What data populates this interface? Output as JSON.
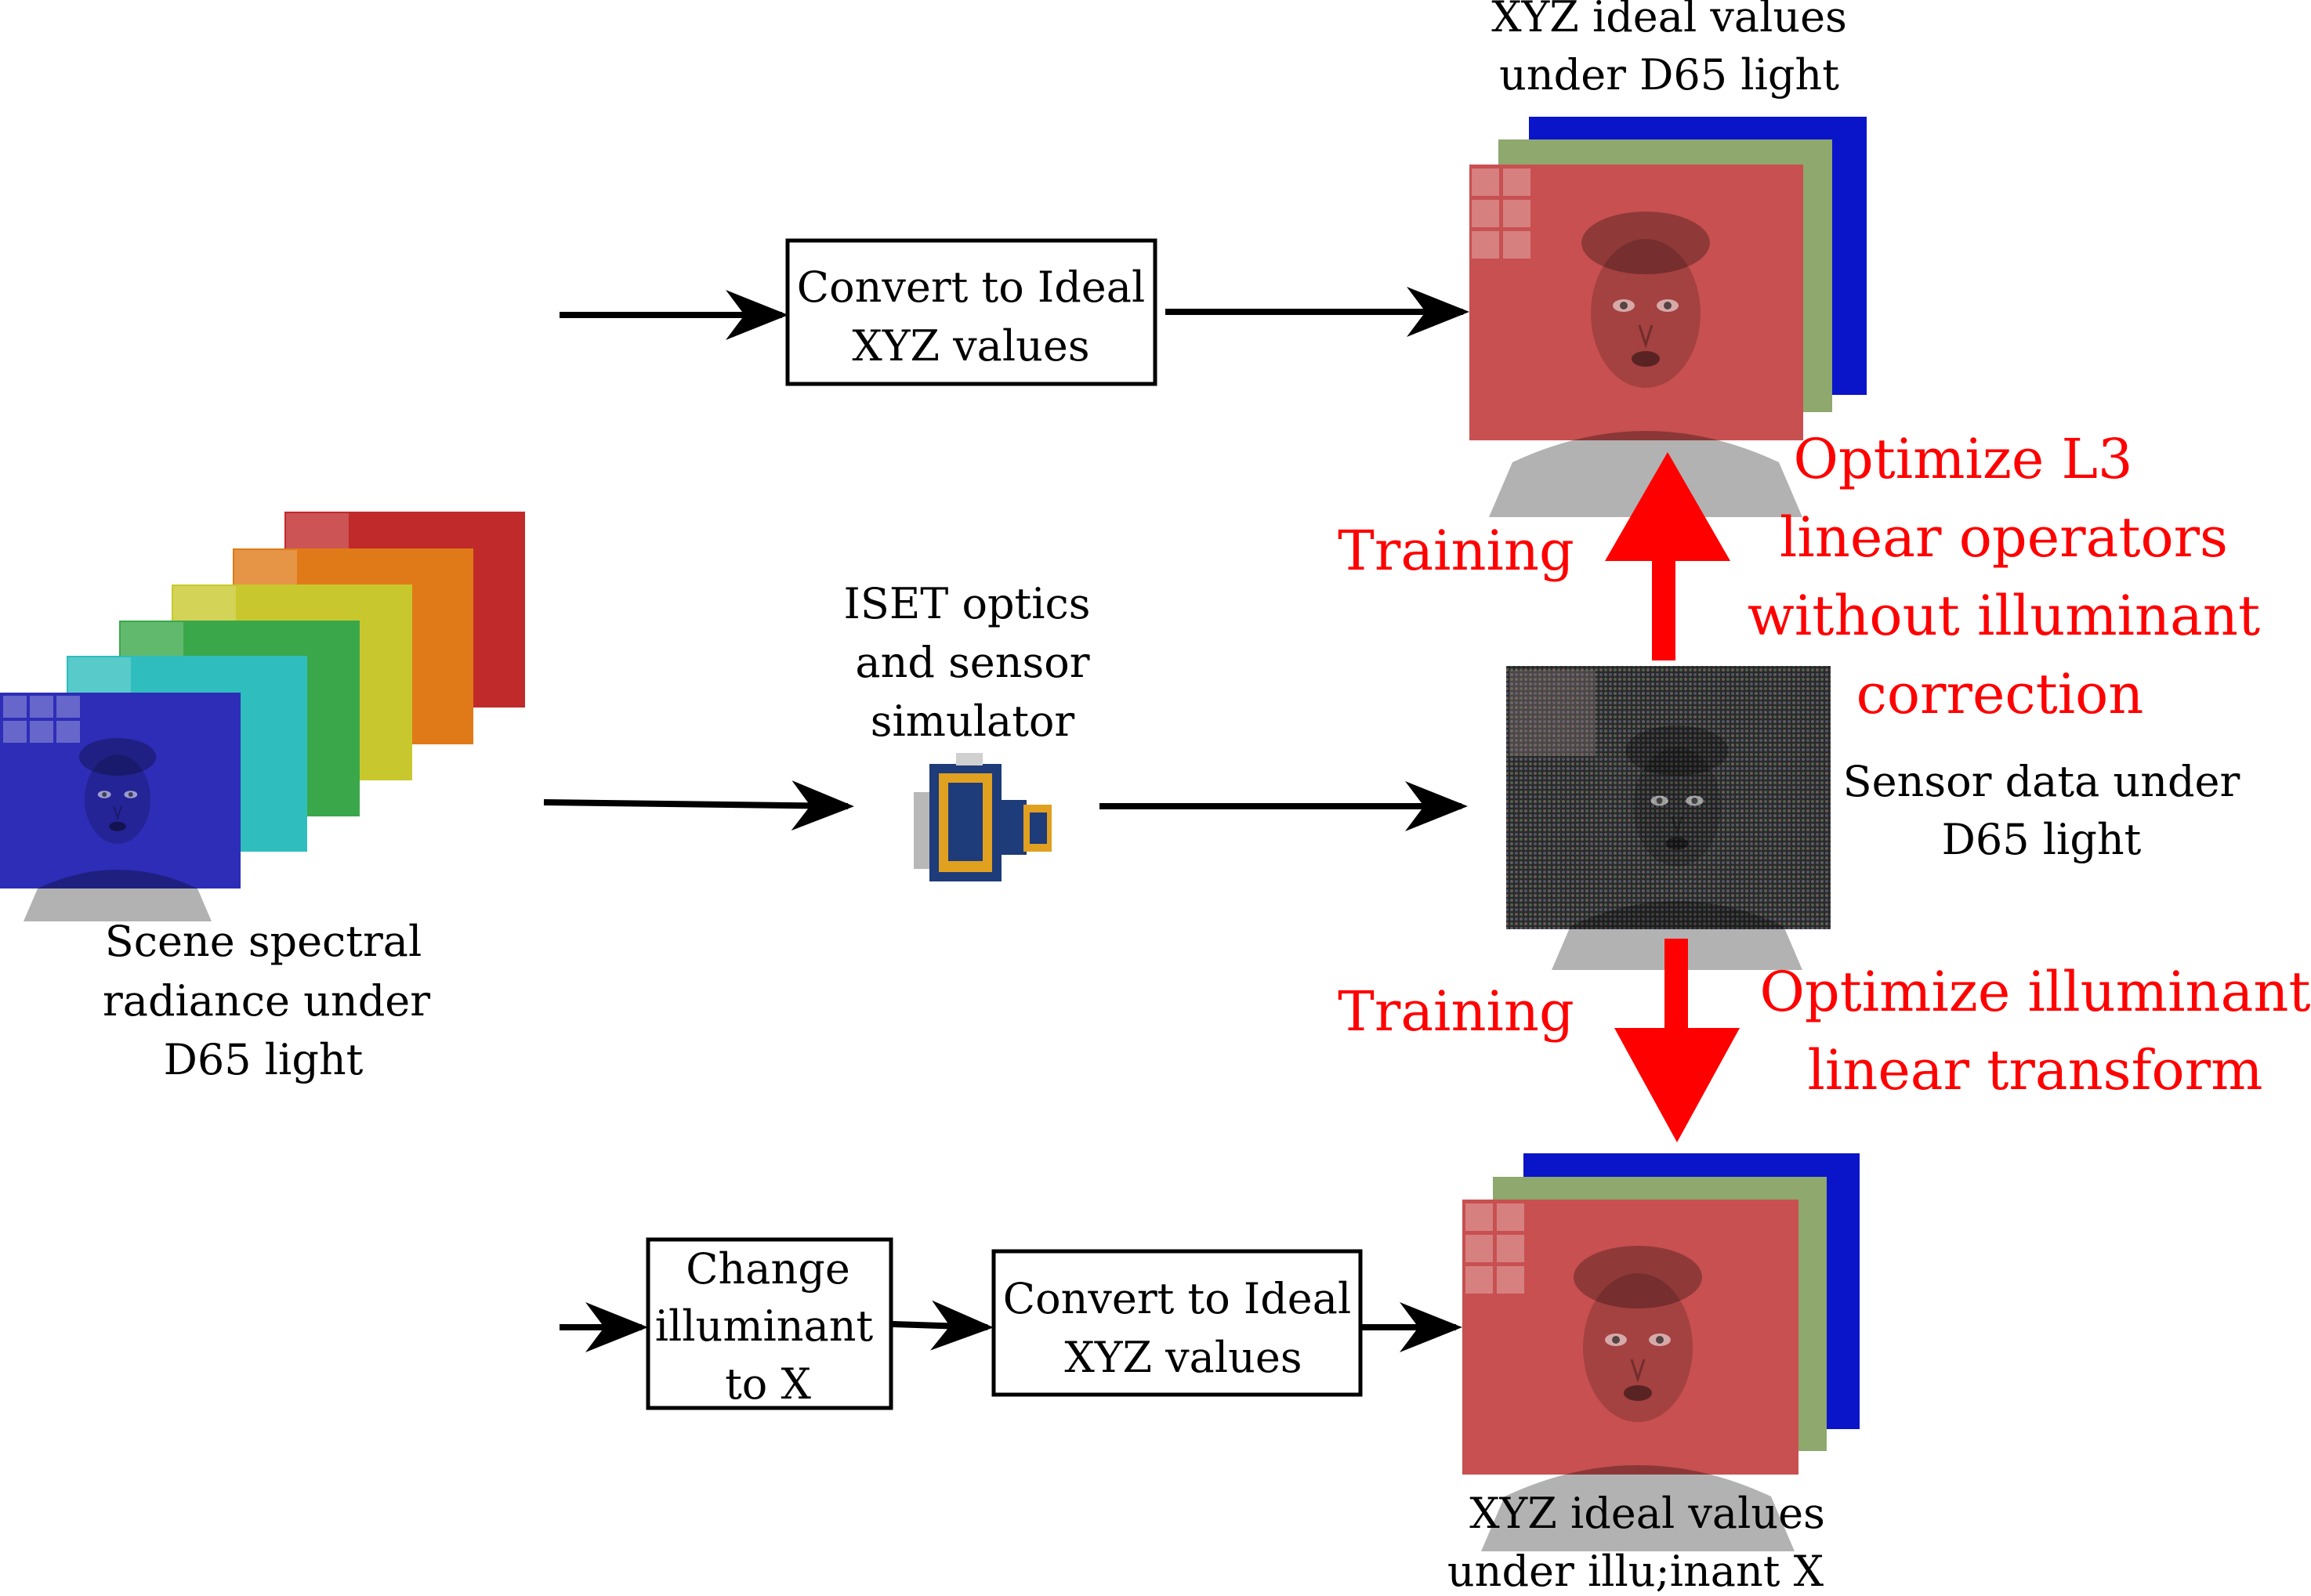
{
  "colors": {
    "accent_red": "#ff0000",
    "xyz_layer_red": "#c85050",
    "xyz_layer_green": "#8ea86e",
    "xyz_layer_blue": "#0a14c8",
    "scene_layers": [
      "#2d2db8",
      "#2fbdbd",
      "#3aa84a",
      "#c8c82e",
      "#e07a18",
      "#c02a2a"
    ]
  },
  "nodes": {
    "convert_top": {
      "line1": "Convert to Ideal",
      "line2": "XYZ values"
    },
    "iset": {
      "line1": "ISET optics",
      "line2": "and sensor",
      "line3": "simulator",
      "icon": "camera-icon"
    },
    "change_illuminant": {
      "line1": "Change",
      "line2": "illuminant",
      "line3": "to X"
    },
    "convert_bottom": {
      "line1": "Convert to Ideal",
      "line2": "XYZ values"
    }
  },
  "images": {
    "xyz_top": {
      "caption_line1": "XYZ ideal values",
      "caption_line2": "under D65 light"
    },
    "scene": {
      "caption_line1": "Scene spectral",
      "caption_line2": "radiance under",
      "caption_line3": "D65 light"
    },
    "sensor": {
      "caption_line1": "Sensor data under",
      "caption_line2": "D65 light"
    },
    "xyz_bottom": {
      "caption_line1": "XYZ ideal values",
      "caption_line2": "under illu;inant X"
    }
  },
  "training_up": {
    "label": "Training",
    "note_line1": "Optimize L3",
    "note_line2": "linear operators",
    "note_line3": "without illuminant",
    "note_line4": "correction"
  },
  "training_down": {
    "label": "Training",
    "note_line1": "Optimize illuminant",
    "note_line2": "linear transform"
  }
}
